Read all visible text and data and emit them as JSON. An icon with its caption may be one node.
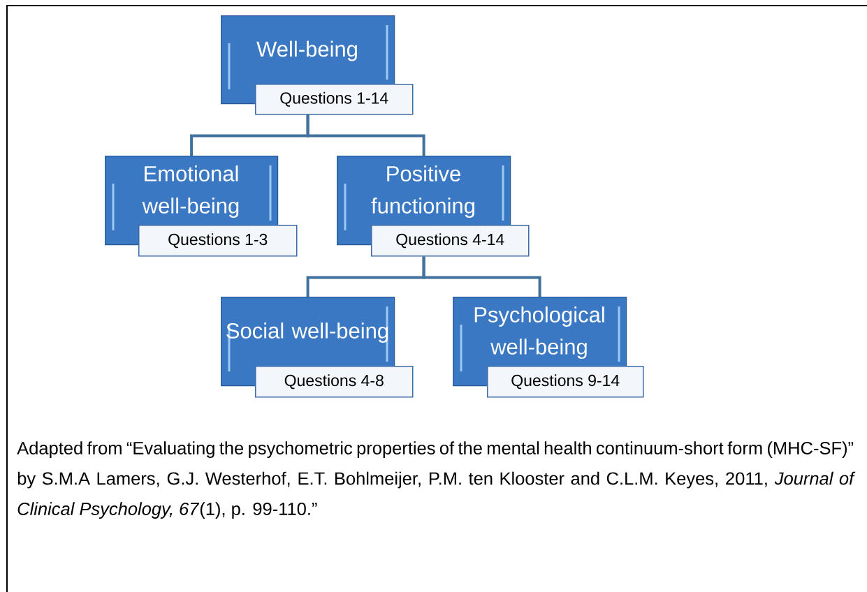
{
  "diagram": {
    "caption": "Adapted from “Evaluating the psychometric properties of the mental health continuum-short form (MHC-SF)” by S.M.A Lamers, G.J. Westerhof, E.T. Bohlmeijer, P.M. ten Klooster and C.L.M. Keyes, 2011, *Journal of Clinical Psychology, 67*(1), p. 99-110.”",
    "nodes": [
      {
        "text": [
          "Well-being",
          "Questions 1-14"
        ]
      },
      {
        "text": [
          "Emotional well-being",
          "Questions 1-3"
        ]
      },
      {
        "text": [
          "Positive functioning",
          "Questions 4-14"
        ]
      },
      {
        "text": [
          "Social well-being",
          "Questions 4-8"
        ]
      },
      {
        "text": [
          "Psychological well-being",
          "Questions 9-14"
        ]
      }
    ],
    "edges": [
      {
        "from": 0,
        "to": 1,
        "arrow": "none"
      },
      {
        "from": 0,
        "to": 2,
        "arrow": "none"
      },
      {
        "from": 2,
        "to": 3,
        "arrow": "none"
      },
      {
        "from": 2,
        "to": 4,
        "arrow": "none"
      }
    ]
  }
}
